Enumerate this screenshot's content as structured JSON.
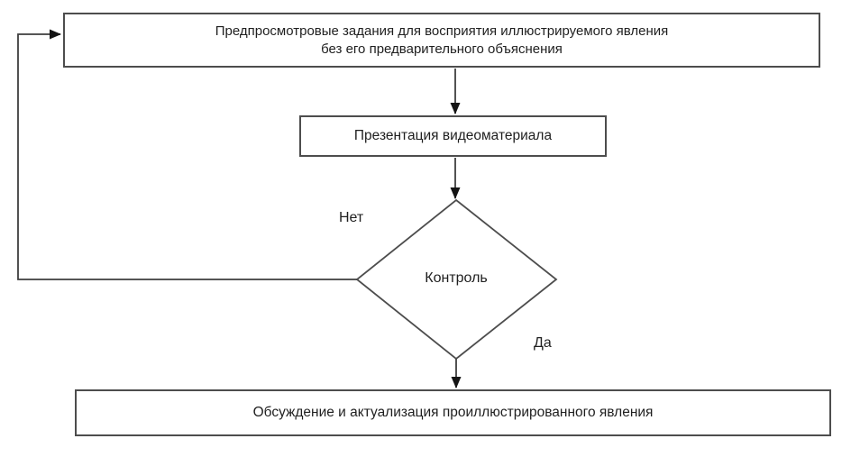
{
  "flowchart": {
    "nodes": {
      "preview_tasks": {
        "line1": "Предпросмотровые задания для восприятия иллюстрируемого явления",
        "line2": "без его предварительного объяснения"
      },
      "presentation": {
        "label": "Презентация видеоматериала"
      },
      "control": {
        "label": "Контроль"
      },
      "discussion": {
        "label": "Обсуждение и актуализация проиллюстрированного явления"
      }
    },
    "edge_labels": {
      "no": "Нет",
      "yes": "Да"
    },
    "colors": {
      "background": "#ffffff",
      "line": "#3f3f3f",
      "node_border": "#4d4d4d",
      "text": "#1f1f1f",
      "arrowhead": "#141414"
    }
  }
}
